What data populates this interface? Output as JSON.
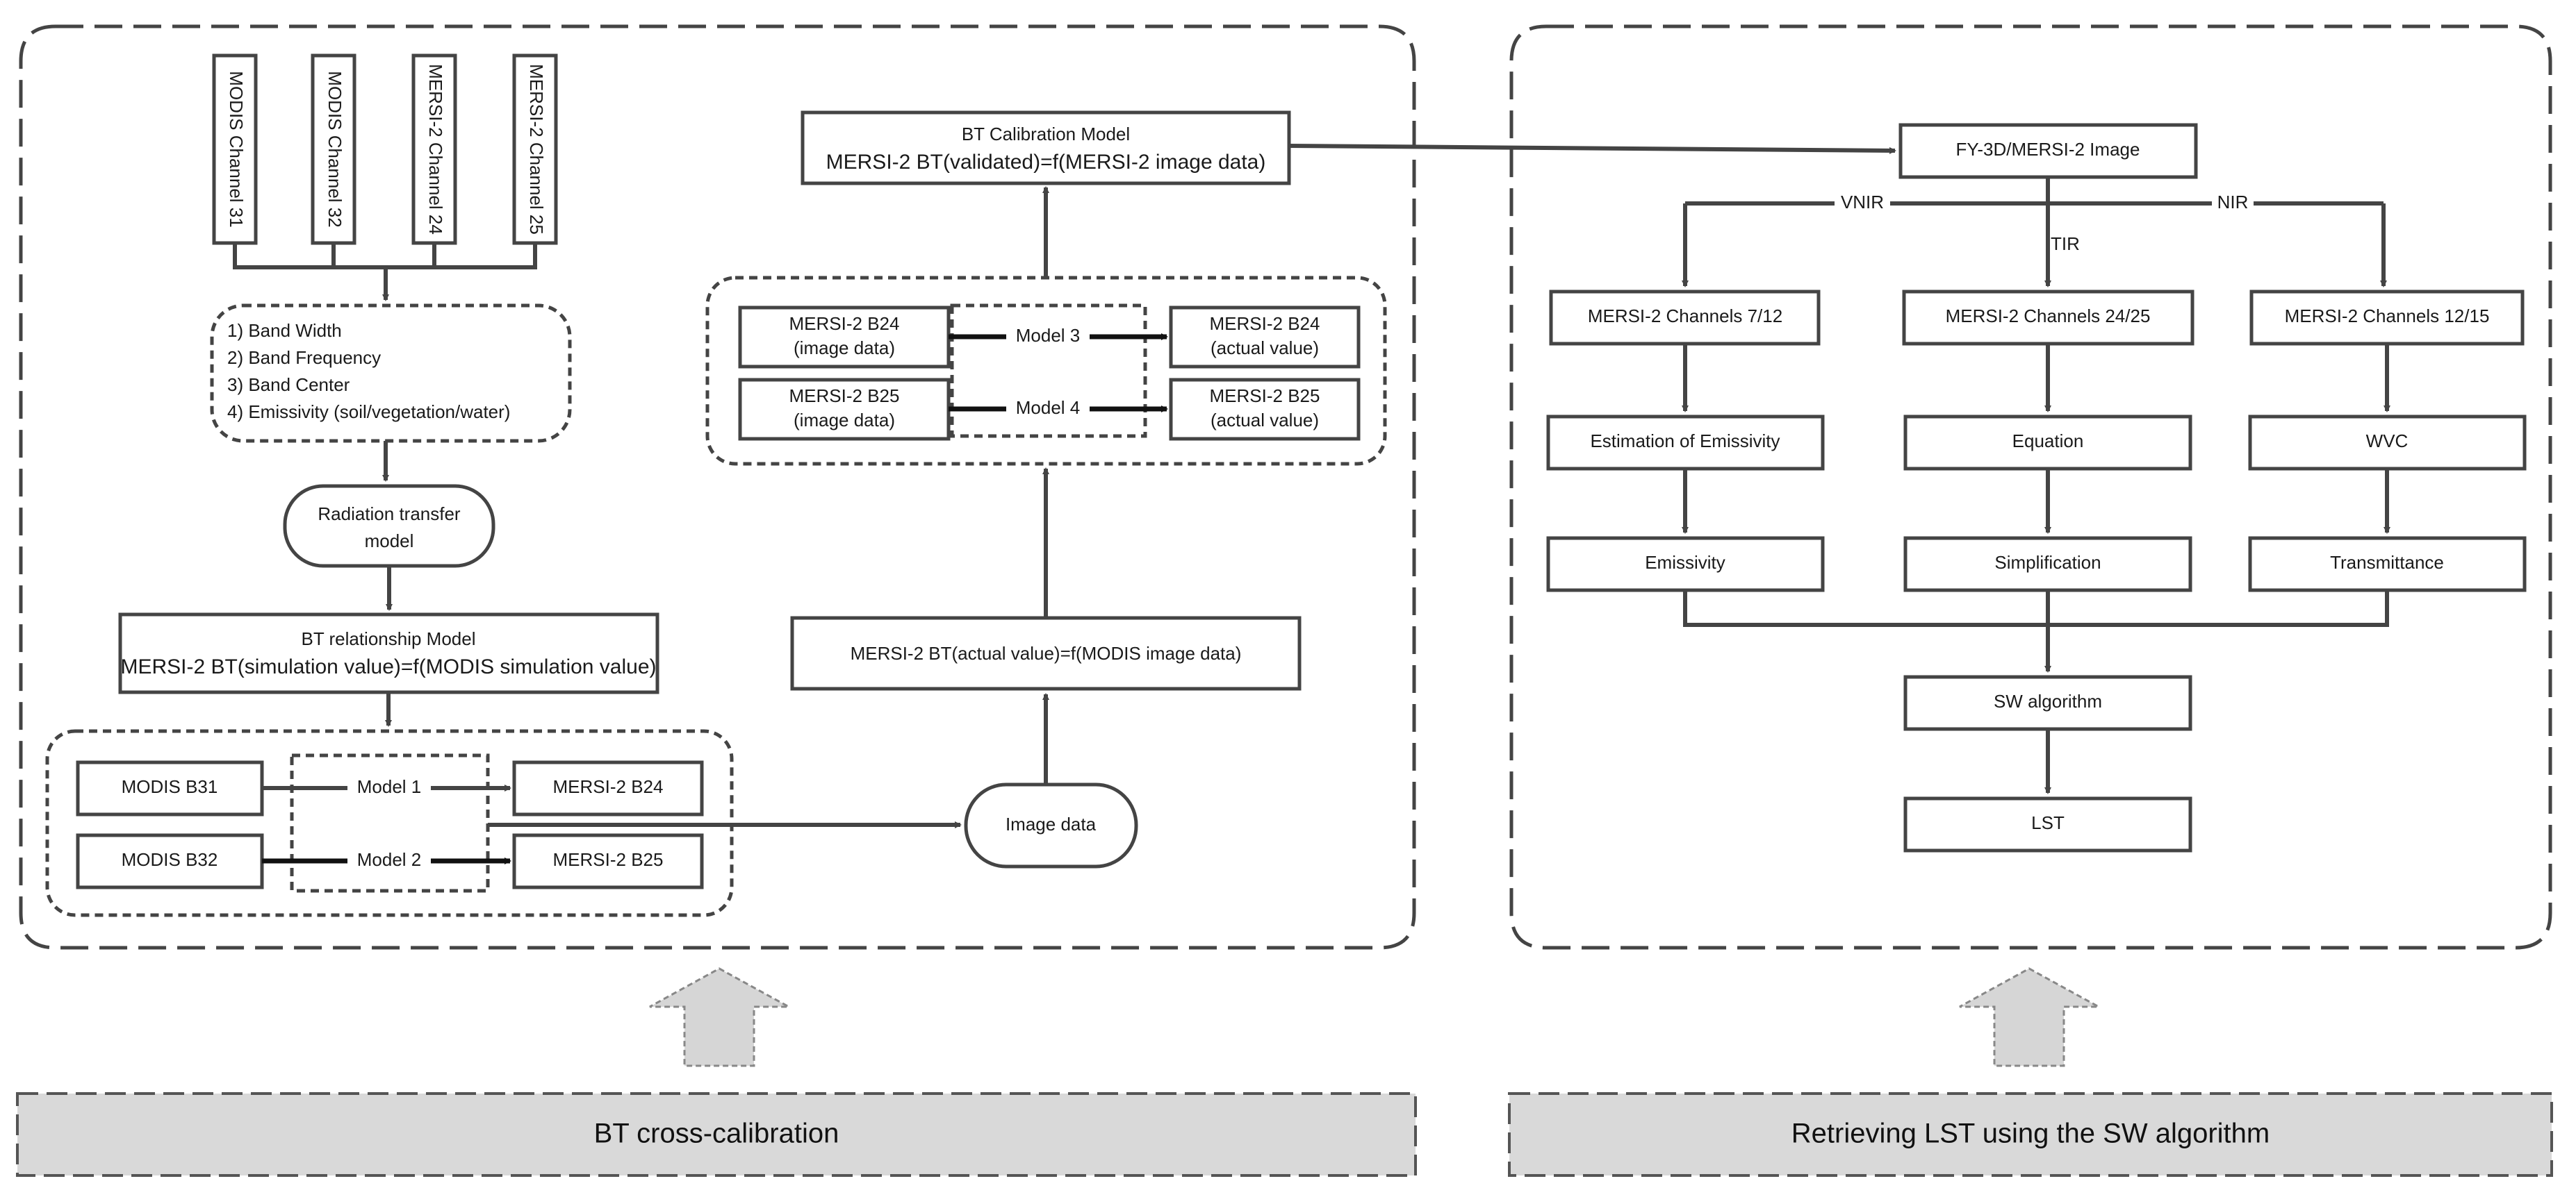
{
  "left": {
    "channels": [
      "MODIS Channel 31",
      "MODIS Channel 32",
      "MERSI-2 Channel 24",
      "MERSI-2 Channel 25"
    ],
    "properties": [
      "1) Band Width",
      "2) Band Frequency",
      "3) Band Center",
      "4) Emissivity (soil/vegetation/water)"
    ],
    "radiation": [
      "Radiation transfer",
      "model"
    ],
    "bt_relationship": [
      "BT relationship Model",
      "MERSI-2 BT(simulation value)=f(MODIS simulation value)"
    ],
    "modis_b31": "MODIS B31",
    "modis_b32": "MODIS B32",
    "model1": "Model 1",
    "model2": "Model 2",
    "mersi_b24": "MERSI-2 B24",
    "mersi_b25": "MERSI-2 B25",
    "image_data": "Image data",
    "actual_model": "MERSI-2 BT(actual value)=f(MODIS image data)",
    "img_b24": [
      "MERSI-2 B24",
      "(image data)"
    ],
    "img_b25": [
      "MERSI-2 B25",
      "(image data)"
    ],
    "model3": "Model 3",
    "model4": "Model 4",
    "act_b24": [
      "MERSI-2 B24",
      "(actual value)"
    ],
    "act_b25": [
      "MERSI-2 B25",
      "(actual value)"
    ],
    "calibration": [
      "BT Calibration Model",
      "MERSI-2 BT(validated)=f(MERSI-2 image data)"
    ]
  },
  "right": {
    "image": "FY-3D/MERSI-2 Image",
    "vnir": "VNIR",
    "tir": "TIR",
    "nir": "NIR",
    "ch_7_12": "MERSI-2 Channels 7/12",
    "ch_24_25": "MERSI-2 Channels 24/25",
    "ch_12_15": "MERSI-2 Channels 12/15",
    "est_emissivity": "Estimation of Emissivity",
    "equation": "Equation",
    "wvc": "WVC",
    "emissivity": "Emissivity",
    "simplification": "Simplification",
    "transmittance": "Transmittance",
    "sw": "SW algorithm",
    "lst": "LST"
  },
  "banners": {
    "left": "BT cross-calibration",
    "right": "Retrieving LST using the SW algorithm"
  },
  "colors": {
    "stroke": "#444444",
    "banner_fill": "#d9d9d9",
    "arrow_fill": "#d6d6d6"
  }
}
